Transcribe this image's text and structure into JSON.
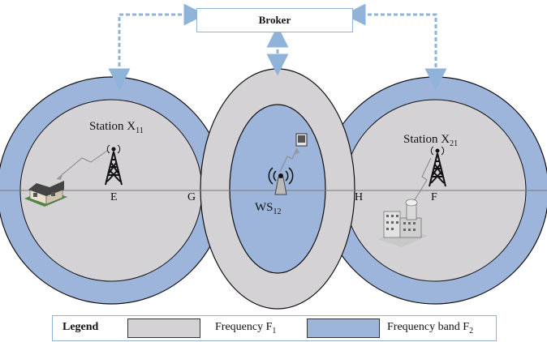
{
  "broker": {
    "label": "Broker"
  },
  "stations": {
    "left": {
      "prefix": "Station X",
      "sub": "11"
    },
    "right": {
      "prefix": "Station X",
      "sub": "21"
    },
    "center": {
      "prefix": "WS",
      "sub": "12"
    }
  },
  "points": {
    "e": "E",
    "g": "G",
    "h": "H",
    "f": "F"
  },
  "legend": {
    "title": "Legend",
    "f1_prefix": "Frequency F",
    "f1_sub": "1",
    "f2_prefix": "Frequency band F",
    "f2_sub": "2"
  },
  "colors": {
    "frequency_f1": "#d4d2d5",
    "frequency_band_f2": "#9db4db",
    "link": "#8fb3d9",
    "outline": "#111111"
  }
}
